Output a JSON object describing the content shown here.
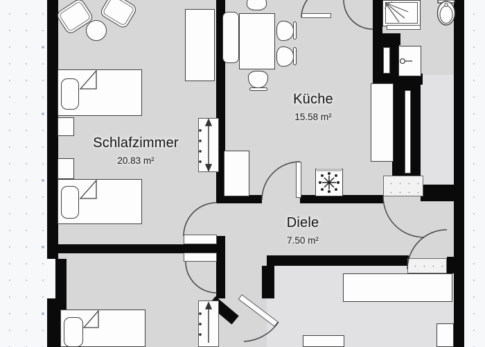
{
  "plan": {
    "type": "apartment-floor-plan",
    "rooms": [
      {
        "id": "schlafzimmer",
        "name": "Schlafzimmer",
        "area": "20.83 m²"
      },
      {
        "id": "kueche",
        "name": "Küche",
        "area": "15.58 m²"
      },
      {
        "id": "diele",
        "name": "Diele",
        "area": "7.50 m²"
      }
    ],
    "fixtures": [
      "armchair",
      "armchair",
      "round-table",
      "wardrobe",
      "single-bed",
      "single-bed",
      "single-bed",
      "nightstand",
      "nightstand",
      "radiator",
      "radiator",
      "wall-radiator",
      "dining-table",
      "bench",
      "chair",
      "chair",
      "chair",
      "chair",
      "kitchen-counter",
      "tall-cabinet",
      "fridge-snowflake",
      "shower",
      "sink",
      "toilet",
      "duct-shaft",
      "doormat",
      "doormat",
      "hall-cabinet",
      "washing-machine",
      "cabinet"
    ],
    "colors": {
      "wall": "#0a0a0b",
      "floor": "#d7d7d8",
      "floor_light": "#e2e2e4",
      "background": "#f7f8fa",
      "dots": "#c9ced9",
      "accent_dots": "#a3b2d0",
      "furniture_fill": "#fdfdfd",
      "outline": "#3f3f3f",
      "label_text": "#141414"
    }
  }
}
